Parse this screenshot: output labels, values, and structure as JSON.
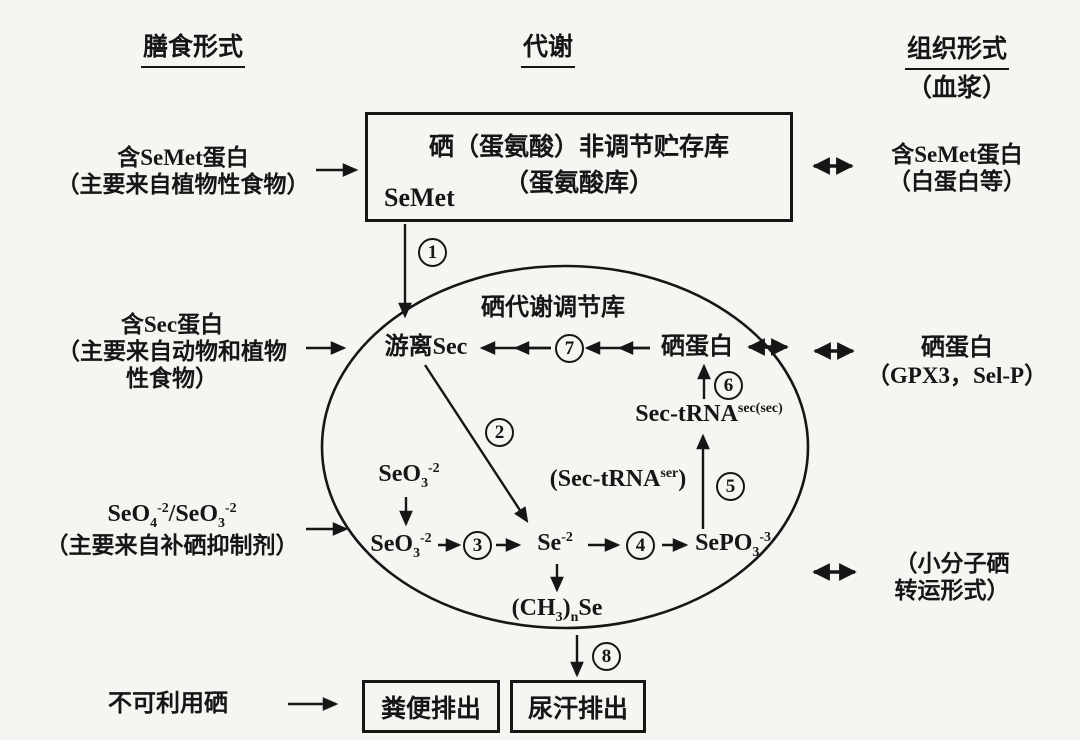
{
  "colors": {
    "ink": "#161616",
    "background": "#f5f5f2"
  },
  "headers": {
    "dietary": "膳食形式",
    "metabolism": "代谢",
    "tissue": "组织形式",
    "tissue_sub": "（血浆）"
  },
  "left": {
    "semet_l1": "含SeMet蛋白",
    "semet_l2": "（主要来自植物性食物）",
    "sec_l1": "含Sec蛋白",
    "sec_l2": "（主要来自动物和植物",
    "sec_l3": "性食物）",
    "seo4_formula": [
      {
        "t": "SeO"
      },
      {
        "t": "4",
        "s": "sub"
      },
      {
        "t": "-2",
        "s": "sup"
      },
      {
        "t": "/SeO"
      },
      {
        "t": "3",
        "s": "sub"
      },
      {
        "t": "-2",
        "s": "sup"
      }
    ],
    "seo4_l2": "（主要来自补硒抑制剂）",
    "unavailable": "不可利用硒"
  },
  "right": {
    "semet_l1": "含SeMet蛋白",
    "semet_l2": "（白蛋白等）",
    "selenoprotein_l1": "硒蛋白",
    "selenoprotein_l2": "（GPX3，Sel-P）",
    "small_l1": "（小分子硒",
    "small_l2": "转运形式）"
  },
  "storage_box": {
    "title": "硒（蛋氨酸）非调节贮存库",
    "subtitle": "（蛋氨酸库）",
    "tag": "SeMet"
  },
  "pool": {
    "title": "硒代谢调节库",
    "free_sec": "游离Sec",
    "selenoprotein": "硒蛋白",
    "sec_trna_sec": [
      {
        "t": "Sec-tRNA"
      },
      {
        "t": "sec(sec)",
        "s": "sup"
      }
    ],
    "sec_trna_ser": [
      {
        "t": "(Sec-tRNA"
      },
      {
        "t": "ser",
        "s": "sup"
      },
      {
        "t": ")"
      }
    ],
    "seo3_upper": [
      {
        "t": "SeO"
      },
      {
        "t": "3",
        "s": "sub"
      },
      {
        "t": "-2",
        "s": "sup"
      }
    ],
    "seo3_lower": [
      {
        "t": "SeO"
      },
      {
        "t": "3",
        "s": "sub"
      },
      {
        "t": "-2",
        "s": "sup"
      }
    ],
    "se": [
      {
        "t": "Se"
      },
      {
        "t": "-2",
        "s": "sup"
      }
    ],
    "sepo3": [
      {
        "t": "SePO"
      },
      {
        "t": "3",
        "s": "sub"
      },
      {
        "t": "-3",
        "s": "sup"
      }
    ],
    "ch3n_se": [
      {
        "t": "(CH"
      },
      {
        "t": "3",
        "s": "sub"
      },
      {
        "t": ")"
      },
      {
        "t": "n",
        "s": "sub"
      },
      {
        "t": "Se"
      }
    ]
  },
  "steps": {
    "s1": "1",
    "s2": "2",
    "s3": "3",
    "s4": "4",
    "s5": "5",
    "s6": "6",
    "s7": "7",
    "s8": "8"
  },
  "outputs": {
    "feces": "粪便排出",
    "urine": "尿汗排出"
  }
}
